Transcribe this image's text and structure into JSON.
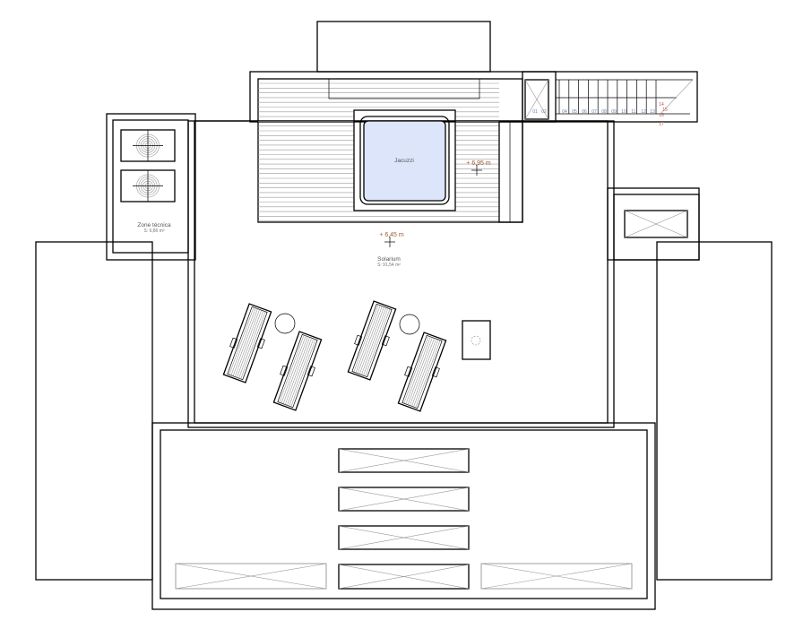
{
  "rooms": {
    "technical_zone": {
      "name": "Zone técnica",
      "area": "S: 6,86 m²"
    },
    "solarium": {
      "name": "Solarium",
      "area": "S: 91,54 m²"
    },
    "jacuzzi": {
      "name": "Jacuzzi"
    }
  },
  "levels": {
    "deck": "+ 6,95 m",
    "solarium": "+ 6,45 m"
  },
  "stairs": {
    "steps": [
      "01",
      "02",
      "04",
      "05",
      "06",
      "07",
      "08",
      "09",
      "10",
      "11",
      "12",
      "13"
    ],
    "landing_steps": [
      "14",
      "15",
      "16",
      "17"
    ]
  },
  "colors": {
    "jacuzzi_water": "#dde5fb",
    "level_text": "#a05a2c",
    "step_text": "#6a7fb0",
    "landing_text": "#c0504d"
  }
}
